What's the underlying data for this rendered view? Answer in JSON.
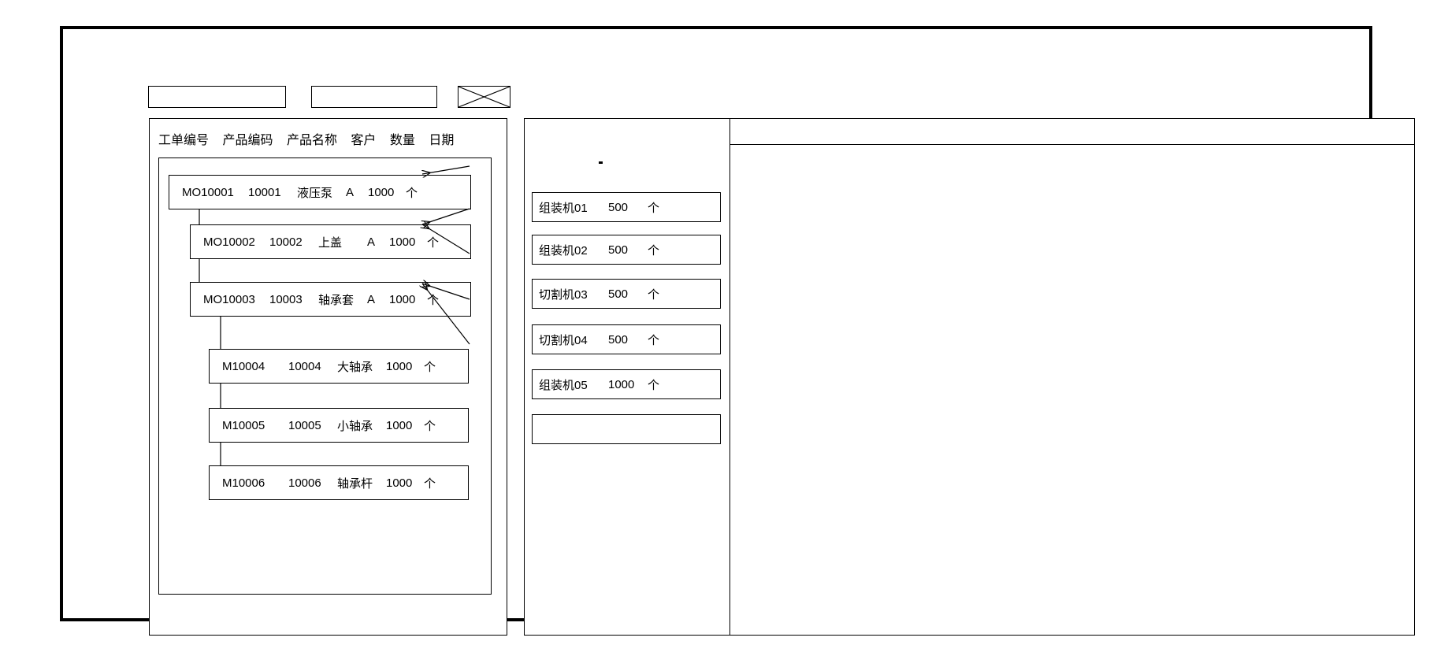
{
  "window": {
    "title": ""
  },
  "toolbar": {
    "field_1_value": "",
    "field_2_value": "",
    "image_placeholder_name": "image-placeholder-icon"
  },
  "left_panel": {
    "columns": [
      "工单编号",
      "产品编码",
      "产品名称",
      "客户",
      "数量",
      "日期"
    ],
    "tree_nodes": [
      {
        "id": "MO10001",
        "order_no": "MO10001",
        "product_code": "10001",
        "product_name": "液压泵",
        "customer": "A",
        "quantity": "1000",
        "unit": "个",
        "level": 0
      },
      {
        "id": "MO10002",
        "order_no": "MO10002",
        "product_code": "10002",
        "product_name": "上盖",
        "customer": "A",
        "quantity": "1000",
        "unit": "个",
        "level": 1
      },
      {
        "id": "MO10003",
        "order_no": "MO10003",
        "product_code": "10003",
        "product_name": "轴承套",
        "customer": "A",
        "quantity": "1000",
        "unit": "个",
        "level": 1
      },
      {
        "id": "M10004",
        "order_no": "M10004",
        "product_code": "10004",
        "product_name": "大轴承",
        "customer": "",
        "quantity": "1000",
        "unit": "个",
        "level": 2
      },
      {
        "id": "M10005",
        "order_no": "M10005",
        "product_code": "10005",
        "product_name": "小轴承",
        "customer": "",
        "quantity": "1000",
        "unit": "个",
        "level": 2
      },
      {
        "id": "M10006",
        "order_no": "M10006",
        "product_code": "10006",
        "product_name": "轴承杆",
        "customer": "",
        "quantity": "1000",
        "unit": "个",
        "level": 2
      }
    ]
  },
  "middle_pane": {
    "machines": [
      {
        "name": "组装机01",
        "quantity": "500",
        "unit": "个"
      },
      {
        "name": "组装机02",
        "quantity": "500",
        "unit": "个"
      },
      {
        "name": "切割机03",
        "quantity": "500",
        "unit": "个"
      },
      {
        "name": "切割机04",
        "quantity": "500",
        "unit": "个"
      },
      {
        "name": "组装机05",
        "quantity": "1000",
        "unit": "个"
      },
      {
        "name": "",
        "quantity": "",
        "unit": ""
      }
    ]
  },
  "detail_pane": {
    "header_text": "",
    "body_text": ""
  },
  "colors": {
    "line": "#000000",
    "background": "#ffffff"
  }
}
